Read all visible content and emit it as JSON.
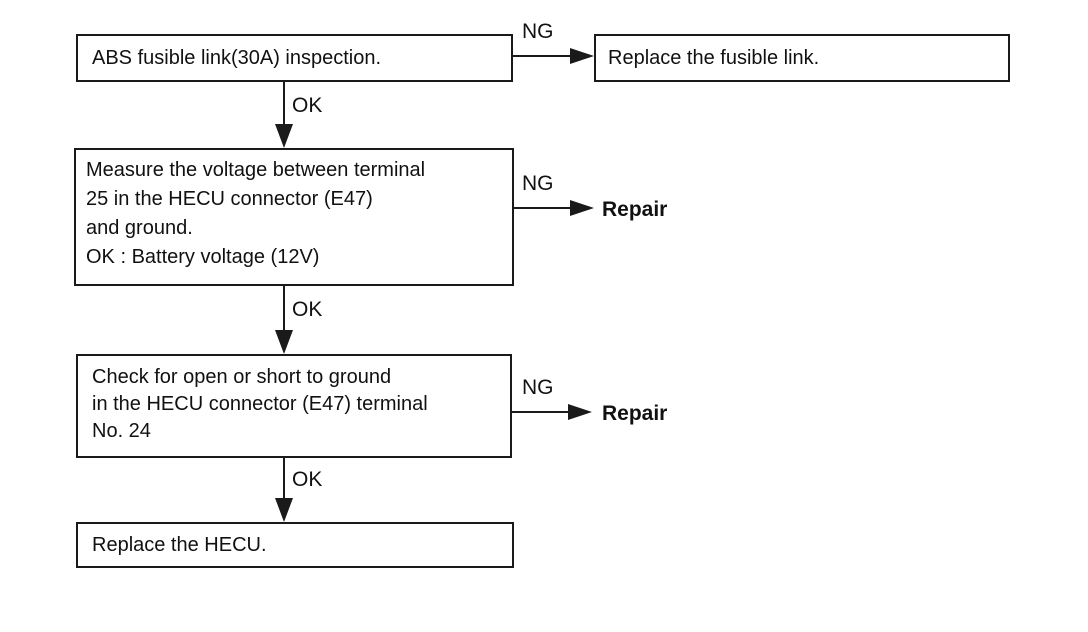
{
  "steps": [
    {
      "id": "step1",
      "text": "ABS fusible link(30A) inspection."
    },
    {
      "id": "step2",
      "text": "Measure the voltage between terminal\n25 in the HECU connector (E47)\nand ground.\nOK : Battery voltage (12V)"
    },
    {
      "id": "step3",
      "text": "Check for open or short to ground\nin the HECU connector (E47) terminal\nNo. 24"
    },
    {
      "id": "step4",
      "text": "Replace the HECU."
    }
  ],
  "outcomes": {
    "step1_ng_action": "Replace the fusible link.",
    "step2_ng_action": "Repair",
    "step3_ng_action": "Repair"
  },
  "labels": {
    "ng1": "NG",
    "ng2": "NG",
    "ng3": "NG",
    "ok1": "OK",
    "ok2": "OK",
    "ok3": "OK"
  },
  "colors": {
    "line": "#1a1a1a"
  }
}
